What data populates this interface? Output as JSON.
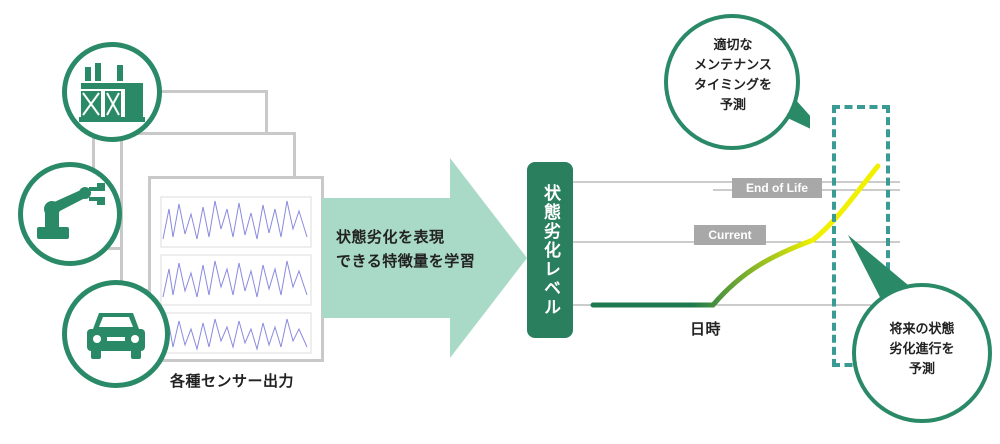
{
  "sensor_label": "各種センサー出力",
  "arrow_label_line1": "状態劣化を表現",
  "arrow_label_line2": "できる特徴量を学習",
  "level_label": "状態劣化レベル",
  "time_label": "日時",
  "tag_end_of_life": "End of Life",
  "tag_current": "Current",
  "callout_top": [
    "適切な",
    "メンテナンス",
    "タイミングを",
    "予測"
  ],
  "callout_bottom": [
    "将来の状態",
    "劣化進行を",
    "予測"
  ],
  "icons": [
    "factory-icon",
    "robot-arm-icon",
    "car-icon"
  ],
  "colors": {
    "brand_green": "#2a8a68",
    "dark_green": "#1e7a4e",
    "arrow_green": "#a9d9c7",
    "dashed_teal": "#3a9a94",
    "yellow": "#f0f000",
    "tag_gray": "#a8a8a8"
  }
}
